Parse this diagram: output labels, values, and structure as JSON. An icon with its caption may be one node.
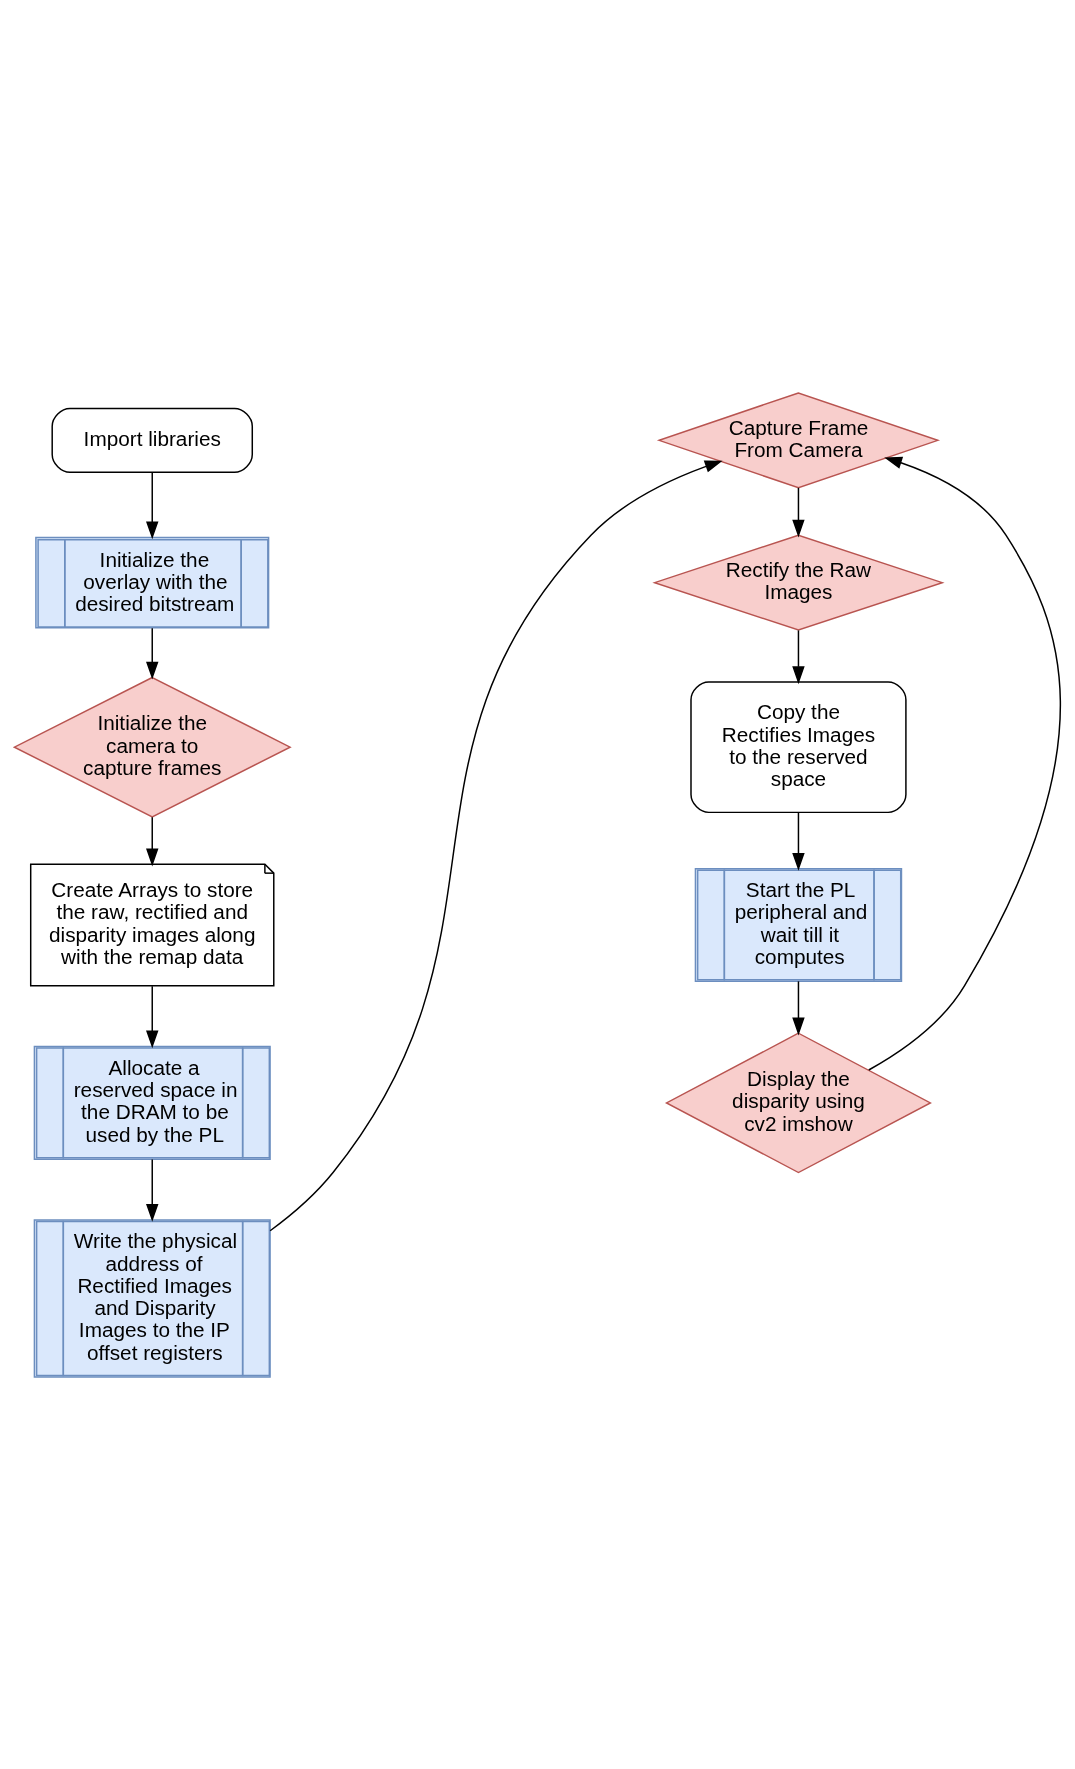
{
  "diagram": {
    "nodes": [
      {
        "text": [
          "Import libraries"
        ]
      },
      {
        "text": [
          "Initialize the overlay with the desired bitstream"
        ]
      },
      {
        "text": [
          "Initialize the camera to capture frames"
        ]
      },
      {
        "text": [
          "Create Arrays to store the raw, rectified and disparity images along with the remap data"
        ]
      },
      {
        "text": [
          "Allocate a reserved space in the DRAM to be used by the PL"
        ]
      },
      {
        "text": [
          "Write the physical address of Rectified Images and Disparity Images to the IP offset registers"
        ]
      },
      {
        "text": [
          "Capture Frame From Camera"
        ]
      },
      {
        "text": [
          "Rectify the Raw Images"
        ]
      },
      {
        "text": [
          "Copy the Rectifies Images to the reserved space"
        ]
      },
      {
        "text": [
          "Start the PL peripheral and wait till it computes"
        ]
      },
      {
        "text": [
          "Display the disparity using cv2 imshow"
        ]
      }
    ],
    "edges": [
      {
        "from": 0,
        "to": 1,
        "arrow": "to"
      },
      {
        "from": 1,
        "to": 2,
        "arrow": "to"
      },
      {
        "from": 2,
        "to": 3,
        "arrow": "to"
      },
      {
        "from": 3,
        "to": 4,
        "arrow": "to"
      },
      {
        "from": 4,
        "to": 5,
        "arrow": "to"
      },
      {
        "from": 5,
        "to": 6,
        "arrow": "to"
      },
      {
        "from": 6,
        "to": 7,
        "arrow": "to"
      },
      {
        "from": 7,
        "to": 8,
        "arrow": "to"
      },
      {
        "from": 8,
        "to": 9,
        "arrow": "to"
      },
      {
        "from": 9,
        "to": 10,
        "arrow": "to"
      },
      {
        "from": 10,
        "to": 6,
        "arrow": "to"
      }
    ]
  }
}
